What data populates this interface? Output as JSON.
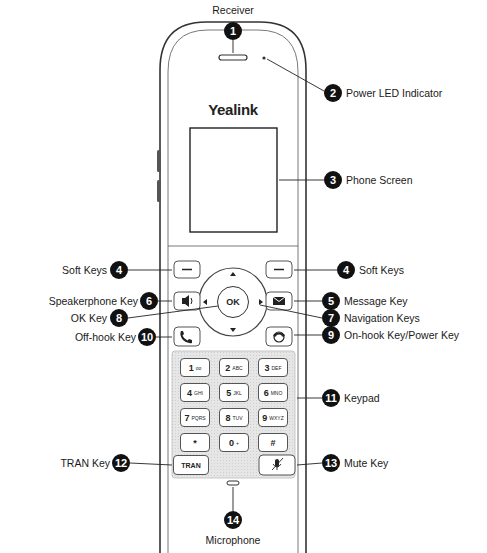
{
  "diagram": {
    "nodes": [
      {
        "text": [
          "1"
        ]
      },
      {
        "text": [
          "2"
        ]
      },
      {
        "text": [
          "3"
        ]
      },
      {
        "text": [
          "4"
        ]
      },
      {
        "text": [
          "4"
        ]
      },
      {
        "text": [
          "6"
        ]
      },
      {
        "text": [
          "5"
        ]
      },
      {
        "text": [
          "8"
        ]
      },
      {
        "text": [
          "7"
        ]
      },
      {
        "text": [
          "10"
        ]
      },
      {
        "text": [
          "9"
        ]
      },
      {
        "text": [
          "11"
        ]
      },
      {
        "text": [
          "12"
        ]
      },
      {
        "text": [
          "13"
        ]
      },
      {
        "text": [
          "14"
        ]
      },
      {
        "text": [
          "OK"
        ]
      },
      {
        "text": [
          "1",
          "oo"
        ]
      },
      {
        "text": [
          "2",
          "ABC"
        ]
      },
      {
        "text": [
          "3",
          "DEF"
        ]
      },
      {
        "text": [
          "4",
          "GHI"
        ]
      },
      {
        "text": [
          "5",
          "JKL"
        ]
      },
      {
        "text": [
          "6",
          "MNO"
        ]
      },
      {
        "text": [
          "7",
          "PQRS"
        ]
      },
      {
        "text": [
          "8",
          "TUV"
        ]
      },
      {
        "text": [
          "9",
          "WXYZ"
        ]
      },
      {
        "text": [
          "*"
        ]
      },
      {
        "text": [
          "0",
          "+"
        ]
      },
      {
        "text": [
          "#"
        ]
      },
      {
        "text": [
          "TRAN"
        ]
      }
    ],
    "labels": [
      "Receiver",
      "Yealink",
      "Power LED Indicator",
      "Phone Screen",
      "Soft Keys",
      "Soft Keys",
      "Speakerphone Key",
      "Message Key",
      "OK Key",
      "Navigation Keys",
      "Off-hook Key",
      "On-hook Key/Power Key",
      "Keypad",
      "TRAN Key",
      "Mute Key",
      "Microphone"
    ]
  }
}
